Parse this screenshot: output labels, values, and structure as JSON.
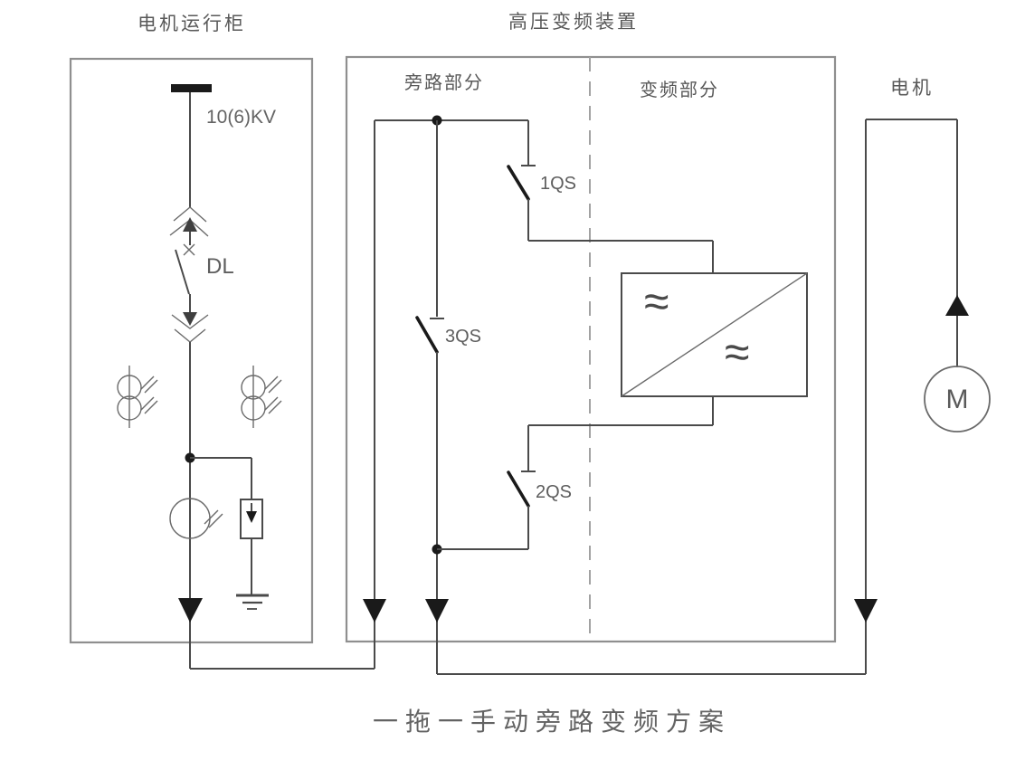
{
  "diagram": {
    "caption": "一拖一手动旁路变频方案",
    "left_cabinet": {
      "title": "电机运行柜",
      "bus_voltage": "10(6)KV",
      "breaker_label": "DL"
    },
    "vfd_unit": {
      "title": "高压变频装置",
      "bypass_section_label": "旁路部分",
      "inverter_section_label": "变频部分",
      "switch_1qs": "1QS",
      "switch_3qs": "3QS",
      "switch_2qs": "2QS",
      "ac_symbol": "≈"
    },
    "motor": {
      "title": "电机",
      "symbol": "M"
    },
    "colors": {
      "wire": "#4a4a4a",
      "box_border": "#8f8f8f",
      "blade_black": "#1a1a1a",
      "text_gray": "#595959",
      "background": "#ffffff"
    }
  }
}
